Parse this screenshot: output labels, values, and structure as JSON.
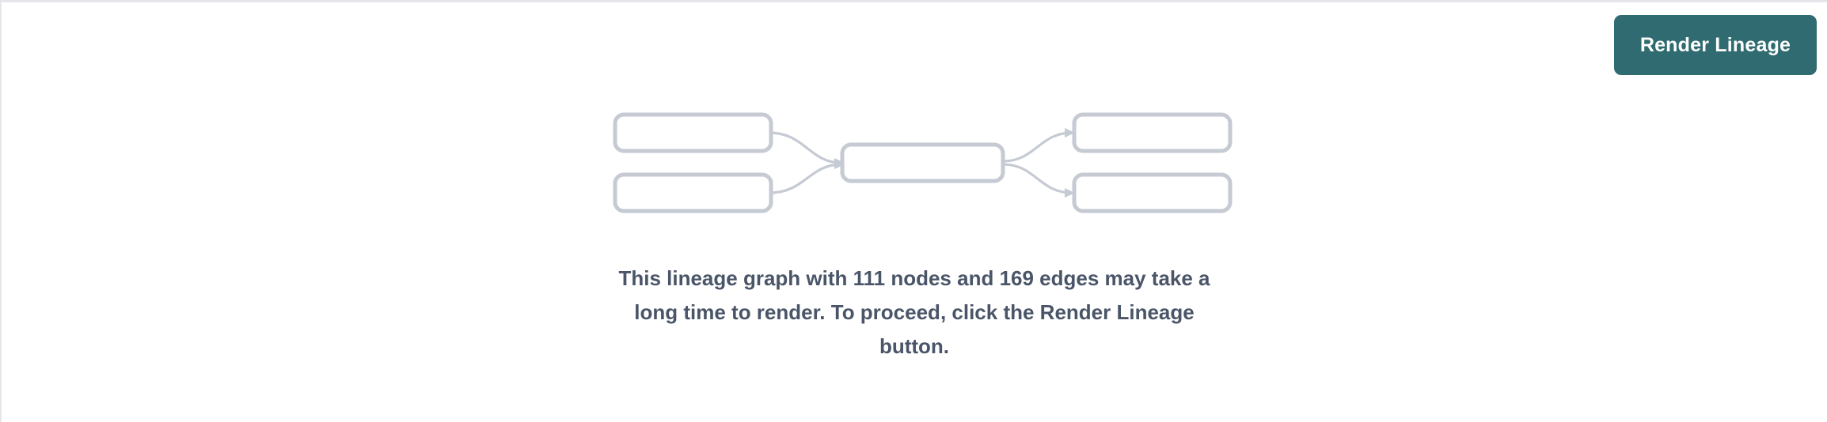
{
  "page": {
    "background_color": "#ffffff",
    "border_color": "#e4e6ea"
  },
  "toolbar": {
    "render_button_label": "Render Lineage",
    "render_button_color": "#2f6b70",
    "render_button_text_color": "#ffffff"
  },
  "graph_placeholder": {
    "node_border_color": "#c5cad3",
    "edge_color": "#c5cad3",
    "node_count_shown": 5,
    "edge_count_shown": 4,
    "nodes": [
      {
        "id": "source-a",
        "label": ""
      },
      {
        "id": "source-b",
        "label": ""
      },
      {
        "id": "middle",
        "label": ""
      },
      {
        "id": "target-a",
        "label": ""
      },
      {
        "id": "target-b",
        "label": ""
      }
    ],
    "edges": [
      {
        "from": "source-a",
        "to": "middle"
      },
      {
        "from": "source-b",
        "to": "middle"
      },
      {
        "from": "middle",
        "to": "target-a"
      },
      {
        "from": "middle",
        "to": "target-b"
      }
    ]
  },
  "message": {
    "text": "This lineage graph with 111 nodes and 169 edges may take a long time to render. To proceed, click the Render Lineage button.",
    "node_count": 111,
    "edge_count": 169,
    "text_color": "#4a5568"
  }
}
